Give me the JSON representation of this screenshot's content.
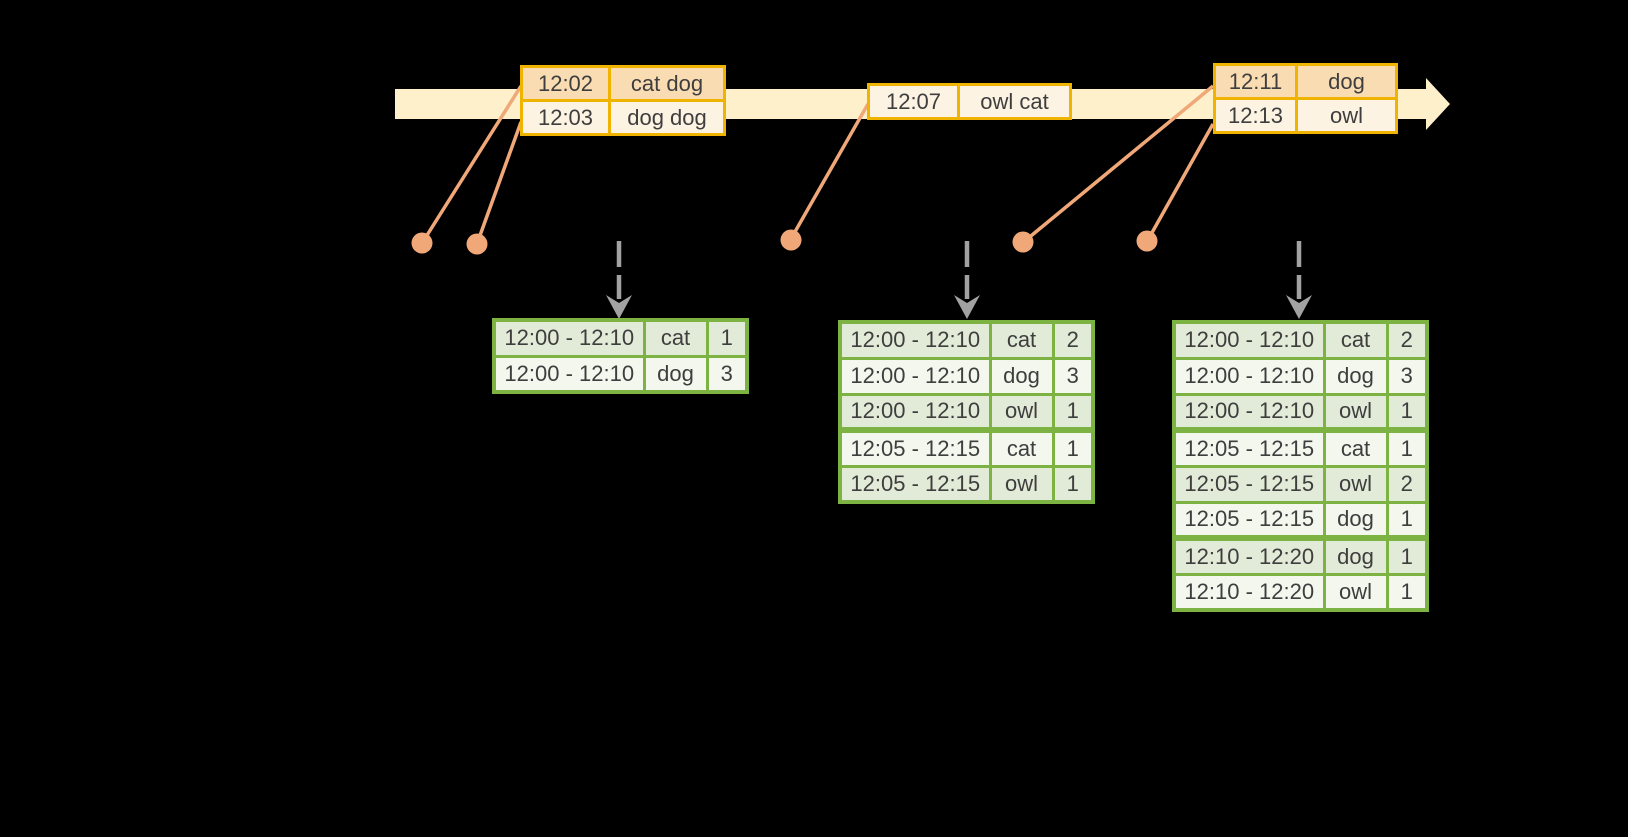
{
  "colors": {
    "background": "#000000",
    "timeline_band": "#fdf0cb",
    "event_border": "#f0b400",
    "event_row_dark": "#fadcb3",
    "event_row_light": "#fdf3e3",
    "connector": "#f0a878",
    "result_border": "#7cb342",
    "result_row_dark": "#e2ebd7",
    "result_row_light": "#f3f7ee",
    "trigger_arrow": "#a2a2a2",
    "text": "#3e3e3e"
  },
  "timeline": {
    "event_tables": [
      {
        "rows": [
          [
            "12:02",
            "cat dog"
          ],
          [
            "12:03",
            "dog dog"
          ]
        ]
      },
      {
        "rows": [
          [
            "12:07",
            "owl cat"
          ]
        ]
      },
      {
        "rows": [
          [
            "12:11",
            "dog"
          ],
          [
            "12:13",
            "owl"
          ]
        ]
      }
    ]
  },
  "result_tables": [
    {
      "rows": [
        [
          "12:00 - 12:10",
          "cat",
          "1"
        ],
        [
          "12:00 - 12:10",
          "dog",
          "3"
        ]
      ],
      "group_breaks": []
    },
    {
      "rows": [
        [
          "12:00 - 12:10",
          "cat",
          "2"
        ],
        [
          "12:00 - 12:10",
          "dog",
          "3"
        ],
        [
          "12:00 - 12:10",
          "owl",
          "1"
        ],
        [
          "12:05 - 12:15",
          "cat",
          "1"
        ],
        [
          "12:05 - 12:15",
          "owl",
          "1"
        ]
      ],
      "group_breaks": [
        2
      ]
    },
    {
      "rows": [
        [
          "12:00 - 12:10",
          "cat",
          "2"
        ],
        [
          "12:00 - 12:10",
          "dog",
          "3"
        ],
        [
          "12:00 - 12:10",
          "owl",
          "1"
        ],
        [
          "12:05 - 12:15",
          "cat",
          "1"
        ],
        [
          "12:05 - 12:15",
          "owl",
          "2"
        ],
        [
          "12:05 - 12:15",
          "dog",
          "1"
        ],
        [
          "12:10 - 12:20",
          "dog",
          "1"
        ],
        [
          "12:10 - 12:20",
          "owl",
          "1"
        ]
      ],
      "group_breaks": [
        2,
        5
      ]
    }
  ]
}
